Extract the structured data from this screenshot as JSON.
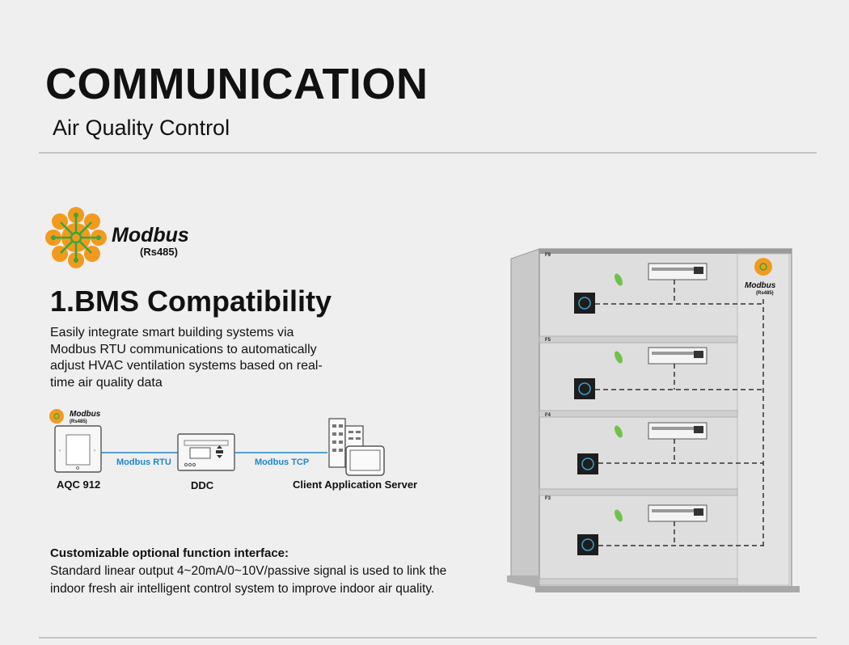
{
  "header": {
    "title": "COMMUNICATION",
    "subtitle": "Air Quality Control"
  },
  "modbus_logo": {
    "name": "Modbus",
    "sub": "(Rs485)"
  },
  "section": {
    "heading": "1.BMS Compatibility",
    "description": "Easily integrate smart building systems via Modbus RTU communications to automatically adjust HVAC ventilation systems based on real-time air quality data"
  },
  "flow": {
    "device1": "AQC 912",
    "device2": "DDC",
    "device3": "Client Application Server",
    "link1": "Modbus RTU",
    "link2": "Modbus TCP",
    "mini_logo_name": "Modbus",
    "mini_logo_sub": "(Rs485)"
  },
  "custom": {
    "heading": "Customizable optional function interface:",
    "text": "Standard linear output 4~20mA/0~10V/passive signal is used to link the indoor fresh air intelligent control system to improve indoor air quality."
  },
  "building": {
    "floors": [
      "F9",
      "F5",
      "F4",
      "F3"
    ],
    "logo_name": "Modbus",
    "logo_sub": "(Rs485)"
  },
  "colors": {
    "link_blue": "#1f86c8",
    "logo_orange": "#f39a1e",
    "logo_green": "#3aa63a"
  }
}
